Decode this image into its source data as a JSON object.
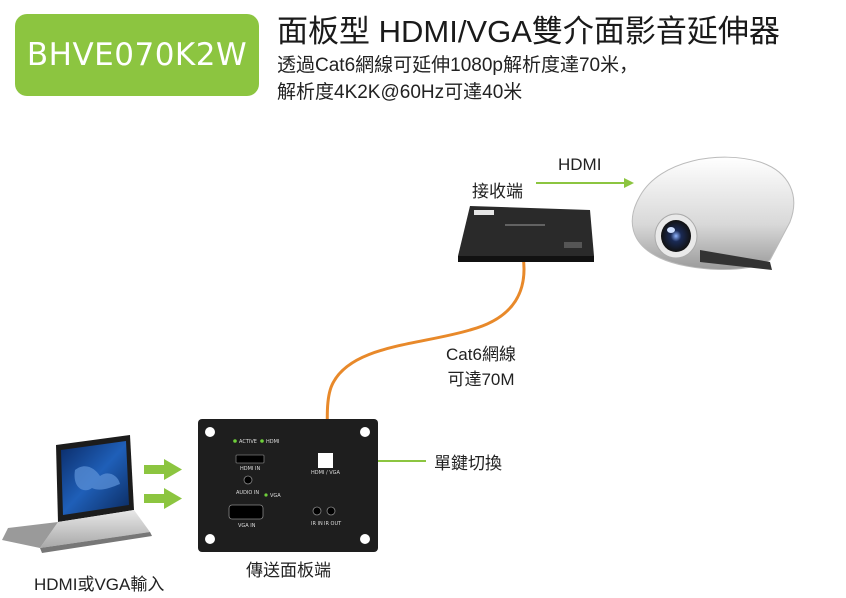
{
  "header": {
    "model": "BHVE070K2W",
    "title": "面板型 HDMI/VGA雙介面影音延伸器",
    "subtitle_line1": "透過Cat6網線可延伸1080p解析度達70米，",
    "subtitle_line2": "解析度4K2K@60Hz可達40米"
  },
  "labels": {
    "receiver": "接收端",
    "hdmi_out": "HDMI",
    "cable_line1": "Cat6網線",
    "cable_line2": "可達70M",
    "switch": "單鍵切換",
    "transmitter": "傳送面板端",
    "input": "HDMI或VGA輸入"
  },
  "panel_text": {
    "active": "ACTIVE",
    "hdmi_led": "HDMI",
    "hdmi_in": "HDMI IN",
    "audio_in": "AUDIO IN",
    "vga_led": "VGA",
    "vga_in": "VGA IN",
    "ir_in": "IR IN",
    "ir_out": "IR OUT",
    "switch_btn": "HDMI / VGA"
  },
  "colors": {
    "badge": "#8cc540",
    "arrow": "#8cc540",
    "cable": "#e8892a",
    "device": "#1e1e1e"
  },
  "icons": {
    "laptop": "laptop-icon",
    "projector": "projector-icon",
    "receiver": "receiver-box-icon",
    "panel": "wall-plate-icon"
  }
}
